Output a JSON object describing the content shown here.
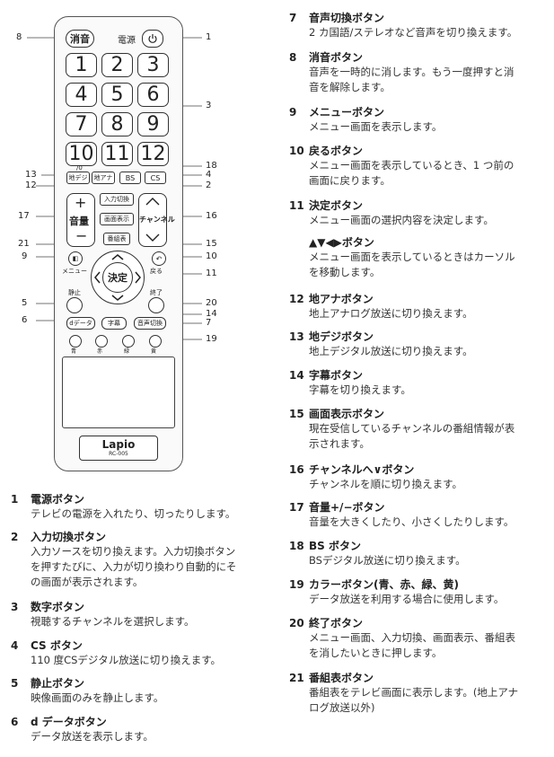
{
  "remote": {
    "mute": "消音",
    "power_label": "電源",
    "power_icon": "power-icon",
    "numbers": [
      "1",
      "2",
      "3",
      "4",
      "5",
      "6",
      "7",
      "8",
      "9",
      "10",
      "11",
      "12"
    ],
    "zero_label": "/0",
    "chiji": "地デジ",
    "chiana": "地アナ",
    "bs": "BS",
    "cs": "CS",
    "input": "入力切換",
    "display": "画面表示",
    "program": "番組表",
    "vol_plus": "+",
    "vol_label": "音量",
    "vol_minus": "−",
    "channel_label": "チャンネル",
    "menu": "メニュー",
    "back": "戻る",
    "enter": "決定",
    "still": "静止",
    "end": "終了",
    "ddata": "dデータ",
    "subtitle": "字幕",
    "audio": "音声切換",
    "colors": [
      "青",
      "赤",
      "緑",
      "黄"
    ],
    "logo": "Lapio",
    "model": "RC-005"
  },
  "callouts": {
    "left": [
      "8",
      "13",
      "12",
      "17",
      "21",
      "9",
      "5",
      "6"
    ],
    "right": [
      "1",
      "3",
      "18",
      "4",
      "2",
      "16",
      "15",
      "10",
      "11",
      "20",
      "14",
      "7",
      "19"
    ]
  },
  "items_left": [
    {
      "num": "1",
      "title": "電源ボタン",
      "body": [
        "テレビの電源を入れたり、切ったりします。"
      ]
    },
    {
      "num": "2",
      "title": "入力切換ボタン",
      "body": [
        "入力ソースを切り換えます。入力切換ボタン",
        "を押すたびに、入力が切り換わり自動的にそ",
        "の画面が表示されます。"
      ]
    },
    {
      "num": "3",
      "title": "数字ボタン",
      "body": [
        "視聴するチャンネルを選択します。"
      ]
    },
    {
      "num": "4",
      "title": "CS ボタン",
      "body": [
        "110 度CSデジタル放送に切り換えます。"
      ]
    },
    {
      "num": "5",
      "title": "静止ボタン",
      "body": [
        "映像画面のみを静止します。"
      ]
    },
    {
      "num": "6",
      "title": "d データボタン",
      "body": [
        "データ放送を表示します。"
      ]
    }
  ],
  "items_right": [
    {
      "num": "7",
      "title": "音声切換ボタン",
      "body": [
        "2 カ国語/ステレオなど音声を切り換えます。"
      ]
    },
    {
      "num": "8",
      "title": "消音ボタン",
      "body": [
        "音声を一時的に消します。もう一度押すと消",
        "音を解除します。"
      ]
    },
    {
      "num": "9",
      "title": "メニューボタン",
      "body": [
        "メニュー画面を表示します。"
      ]
    },
    {
      "num": "10",
      "title": "戻るボタン",
      "body": [
        "メニュー画面を表示しているとき、1 つ前の",
        "画面に戻ります。"
      ]
    },
    {
      "num": "11",
      "title": "決定ボタン",
      "body": [
        "メニュー画面の選択内容を決定します。"
      ],
      "sub": "▲▼◀▶ボタン",
      "sub_body": [
        "メニュー画面を表示しているときはカーソル",
        "を移動します。"
      ]
    },
    {
      "num": "12",
      "title": "地アナボタン",
      "body": [
        "地上アナログ放送に切り換えます。"
      ]
    },
    {
      "num": "13",
      "title": "地デジボタン",
      "body": [
        "地上デジタル放送に切り換えます。"
      ]
    },
    {
      "num": "14",
      "title": "字幕ボタン",
      "body": [
        "字幕を切り換えます。"
      ]
    },
    {
      "num": "15",
      "title": "画面表示ボタン",
      "body": [
        "現在受信しているチャンネルの番組情報が表",
        "示されます。"
      ]
    },
    {
      "num": "16",
      "title": "チャンネルへ∨ボタン",
      "body": [
        "チャンネルを順に切り換えます。"
      ]
    },
    {
      "num": "17",
      "title": "音量+/−ボタン",
      "body": [
        "音量を大きくしたり、小さくしたりします。"
      ]
    },
    {
      "num": "18",
      "title": "BS ボタン",
      "body": [
        "BSデジタル放送に切り換えます。"
      ]
    },
    {
      "num": "19",
      "title": "カラーボタン(青、赤、緑、黄)",
      "body": [
        "データ放送を利用する場合に使用します。"
      ]
    },
    {
      "num": "20",
      "title": "終了ボタン",
      "body": [
        "メニュー画面、入力切換、画面表示、番組表",
        "を消したいときに押します。"
      ]
    },
    {
      "num": "21",
      "title": "番組表ボタン",
      "body": [
        "番組表をテレビ画面に表示します。(地上アナ",
        "ログ放送以外)"
      ]
    }
  ]
}
